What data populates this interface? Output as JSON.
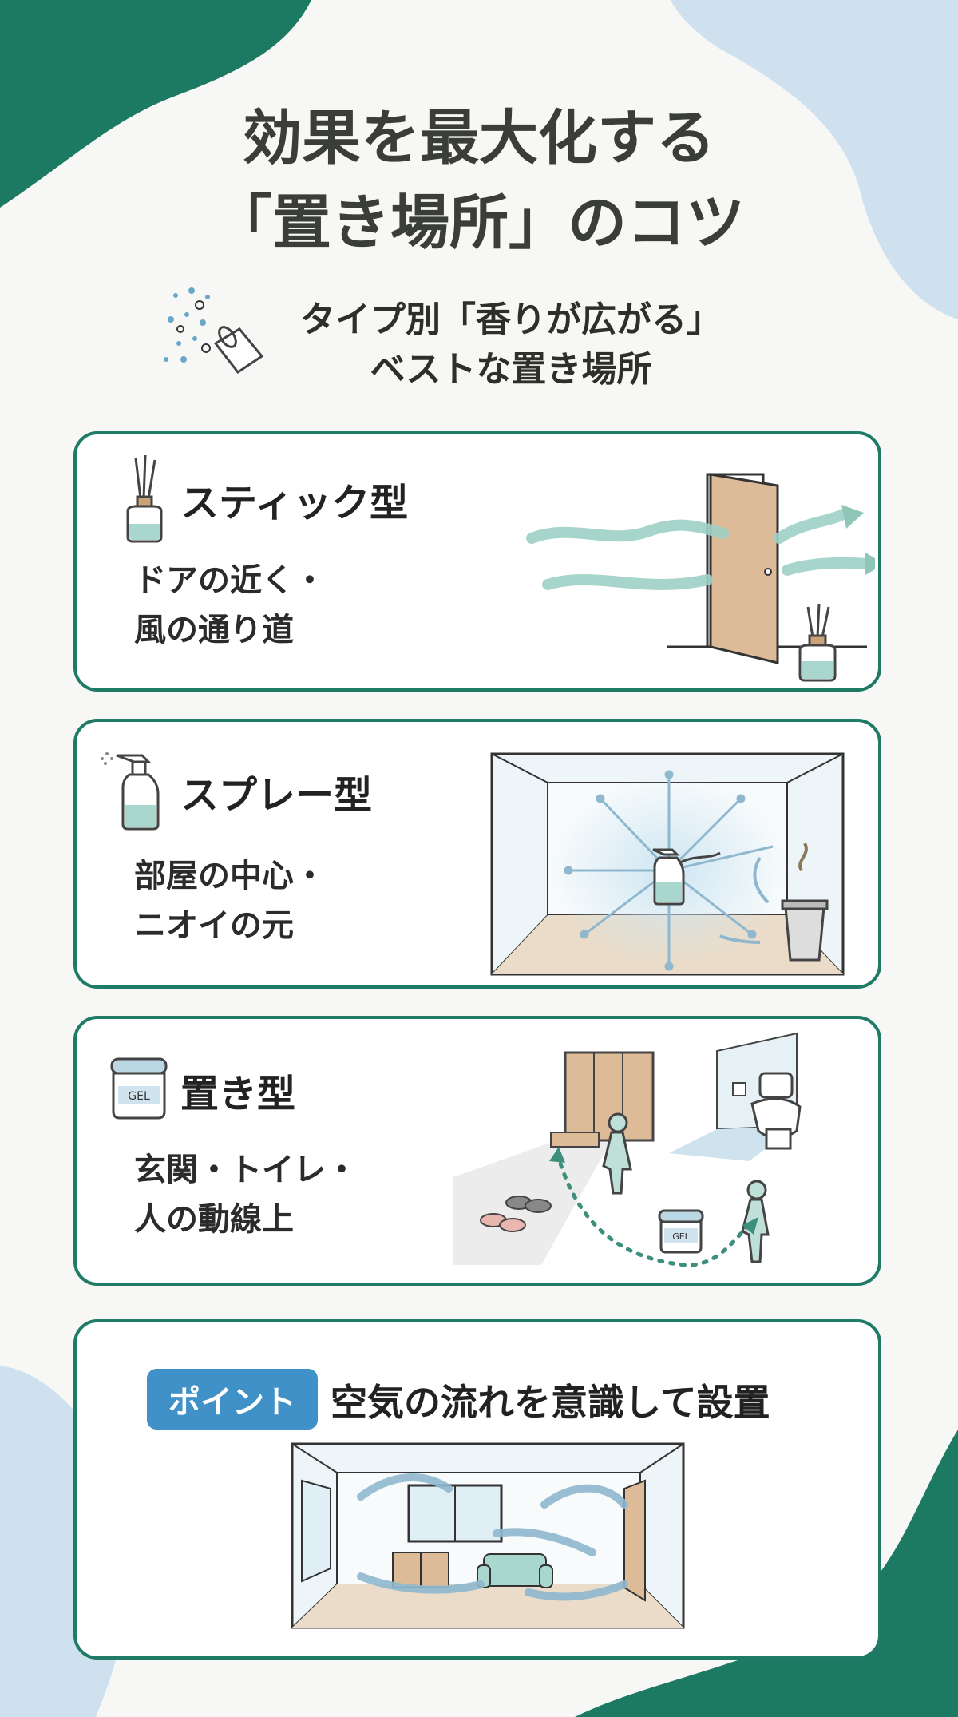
{
  "header": {
    "title_line1": "効果を最大化する",
    "title_line2": "「置き場所」のコツ",
    "subtitle_line1": "タイプ別「香りが広がる」",
    "subtitle_line2": "ベストな置き場所"
  },
  "cards": [
    {
      "title": "スティック型",
      "desc_line1": "ドアの近く・",
      "desc_line2": "風の通り道",
      "icon": "reed-diffuser-icon"
    },
    {
      "title": "スプレー型",
      "desc_line1": "部屋の中心・",
      "desc_line2": "ニオイの元",
      "icon": "spray-bottle-icon"
    },
    {
      "title": "置き型",
      "desc_line1": "玄関・トイレ・",
      "desc_line2": "人の動線上",
      "icon": "gel-jar-icon",
      "icon_label": "GEL"
    }
  ],
  "point": {
    "badge": "ポイント",
    "text": "空気の流れを意識して設置"
  },
  "illustrations": {
    "gel_label": "GEL"
  },
  "colors": {
    "accent": "#1f7a66",
    "light_blue": "#cfe2ef",
    "badge_blue": "#3f91c8",
    "airflow": "#8fc6c0"
  }
}
